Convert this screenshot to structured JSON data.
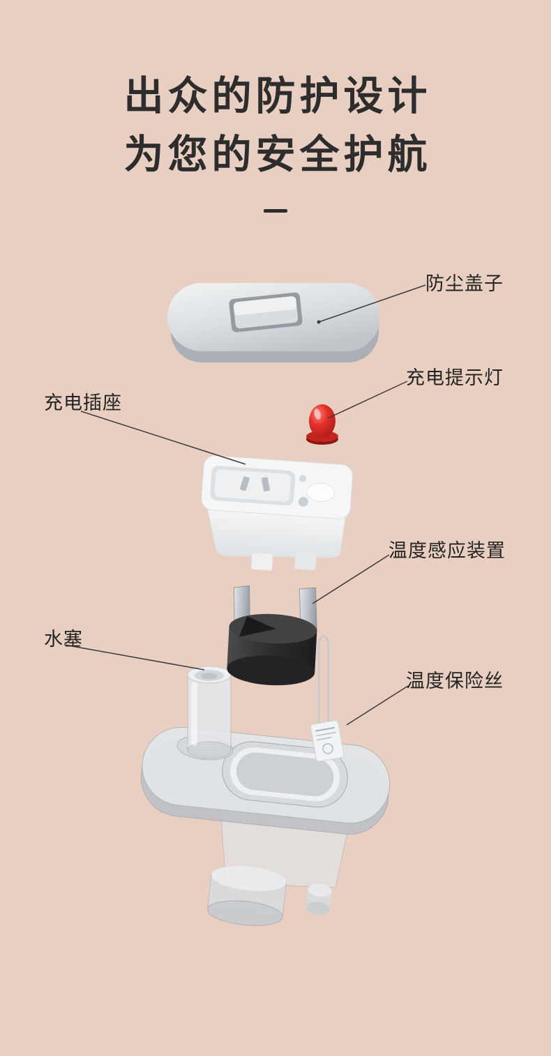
{
  "page": {
    "background_color": "#e9cfc1",
    "text_color": "#2d2d2d",
    "title_line1": "出众的防护设计",
    "title_line2": "为您的安全护航"
  },
  "callouts": [
    {
      "id": "dust-cover",
      "label": "防尘盖子",
      "side": "right"
    },
    {
      "id": "charge-light",
      "label": "充电提示灯",
      "side": "right"
    },
    {
      "id": "charge-socket",
      "label": "充电插座",
      "side": "left"
    },
    {
      "id": "temp-sensor",
      "label": "温度感应装置",
      "side": "right"
    },
    {
      "id": "water-plug",
      "label": "水塞",
      "side": "left"
    },
    {
      "id": "temp-fuse",
      "label": "温度保险丝",
      "side": "right"
    }
  ],
  "illustration": {
    "accent_color": "#d8231e",
    "parts": [
      "dust-cover",
      "charge-indicator-led",
      "charge-socket",
      "temp-sensor",
      "water-plug",
      "temp-fuse",
      "transparent-base"
    ]
  }
}
